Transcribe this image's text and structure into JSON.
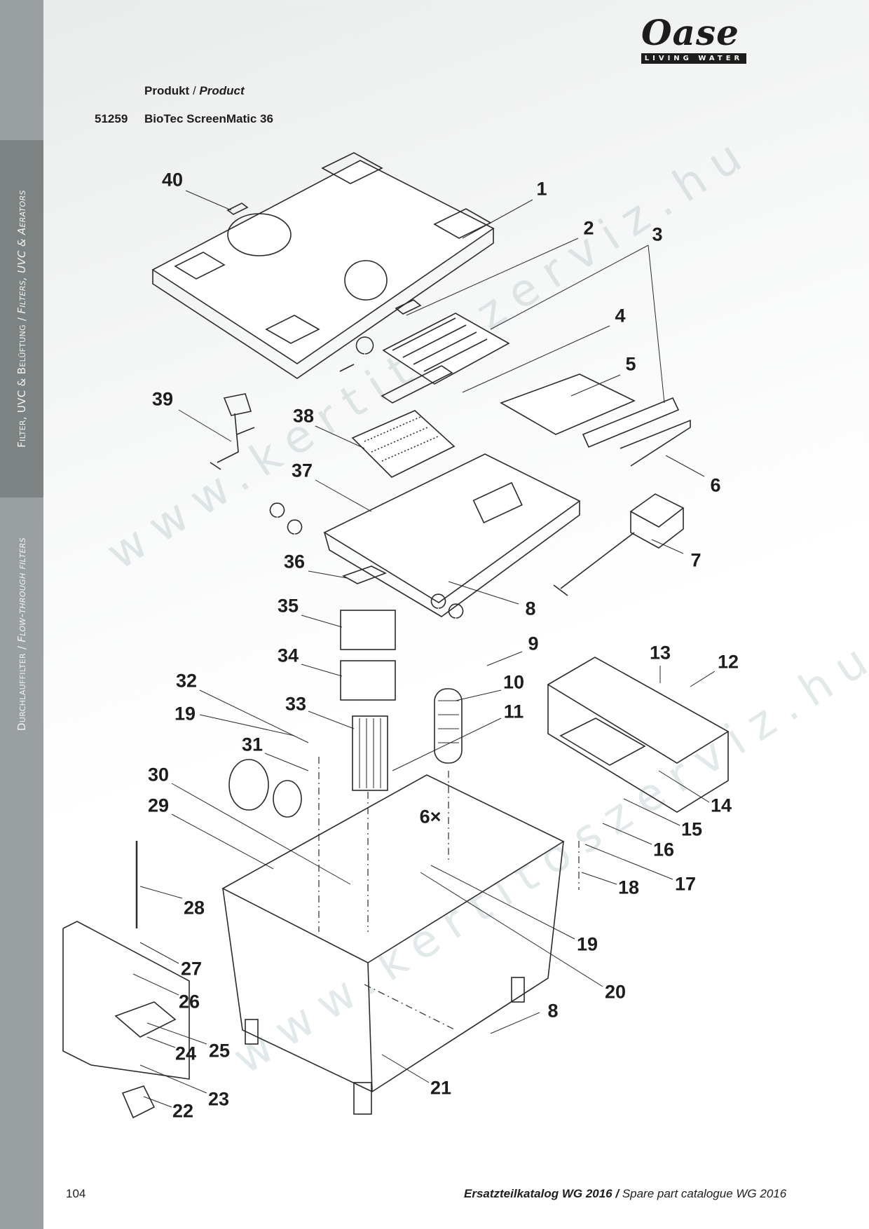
{
  "logo": {
    "word": "Oase",
    "tagline": "LIVING WATER"
  },
  "sidebar": {
    "section_top_de": "Filter, UVC & Belüftung",
    "section_top_sep": " / ",
    "section_top_en": "Filters, UVC & Aerators",
    "section_bottom_de": "Durchlauffilter",
    "section_bottom_sep": " / ",
    "section_bottom_en": "Flow-through filters"
  },
  "header": {
    "product_label_de": "Produkt",
    "product_label_sep": " / ",
    "product_label_en": "Product",
    "product_number": "51259",
    "product_name": "BioTec ScreenMatic 36"
  },
  "watermark": "www.kertitoszerviz.hu",
  "callouts": [
    "40",
    "1",
    "2",
    "3",
    "4",
    "5",
    "39",
    "38",
    "6",
    "37",
    "7",
    "36",
    "35",
    "8",
    "34",
    "9",
    "13",
    "12",
    "32",
    "10",
    "33",
    "19",
    "11",
    "31",
    "30",
    "14",
    "6×",
    "29",
    "15",
    "16",
    "17",
    "18",
    "28",
    "19",
    "27",
    "26",
    "20",
    "8",
    "25",
    "24",
    "23",
    "21",
    "22"
  ],
  "footer": {
    "page_number": "104",
    "catalogue_de": "Ersatzteilkatalog WG 2016",
    "catalogue_sep": " / ",
    "catalogue_en": "Spare part catalogue WG 2016"
  }
}
